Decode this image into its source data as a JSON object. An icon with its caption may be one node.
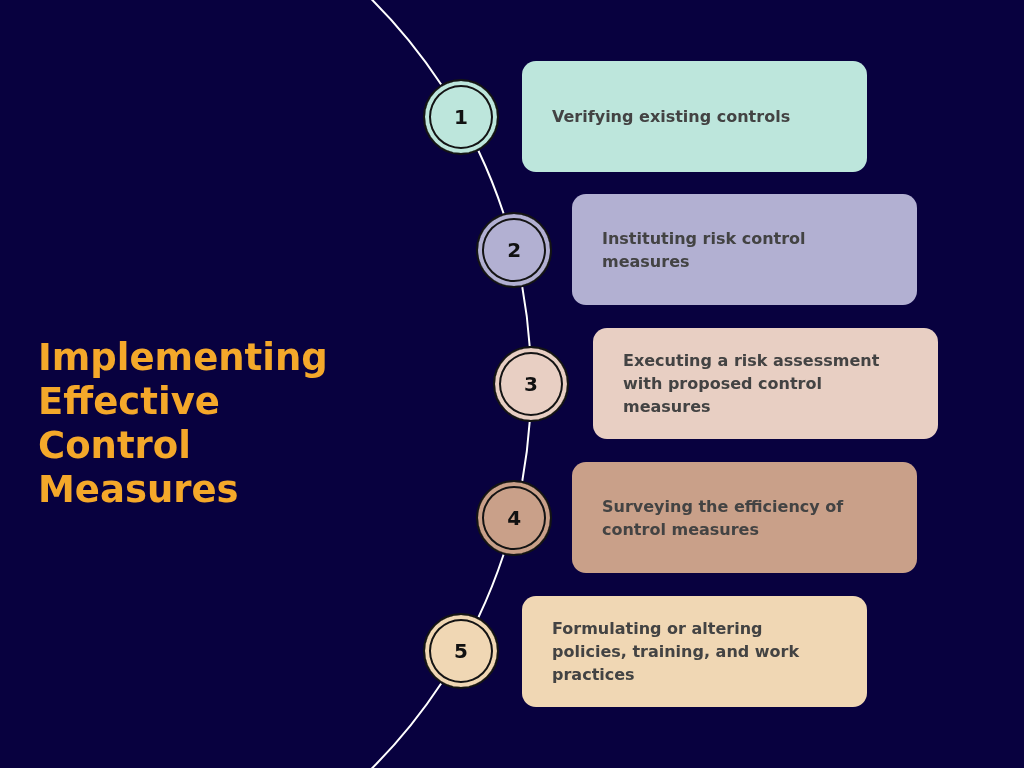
{
  "diagram": {
    "title": "Implementing Effective Control Measures",
    "nodes": [
      {
        "text": [
          "1"
        ]
      },
      {
        "text": [
          "Verifying existing controls"
        ]
      },
      {
        "text": [
          "2"
        ]
      },
      {
        "text": [
          "Instituting risk control measures"
        ]
      },
      {
        "text": [
          "3"
        ]
      },
      {
        "text": [
          "Executing a risk assessment with proposed control measures"
        ]
      },
      {
        "text": [
          "4"
        ]
      },
      {
        "text": [
          "Surveying the efficiency of control measures"
        ]
      },
      {
        "text": [
          "5"
        ]
      },
      {
        "text": [
          "Formulating or altering policies, training, and work practices"
        ]
      }
    ],
    "edges": [
      {
        "from": null,
        "to": 0,
        "arrow": "none"
      },
      {
        "from": 0,
        "to": 2,
        "arrow": "none"
      },
      {
        "from": 2,
        "to": 4,
        "arrow": "none"
      },
      {
        "from": 4,
        "to": 6,
        "arrow": "none"
      },
      {
        "from": 6,
        "to": 8,
        "arrow": "none"
      },
      {
        "from": 8,
        "to": null,
        "arrow": "none"
      }
    ]
  }
}
